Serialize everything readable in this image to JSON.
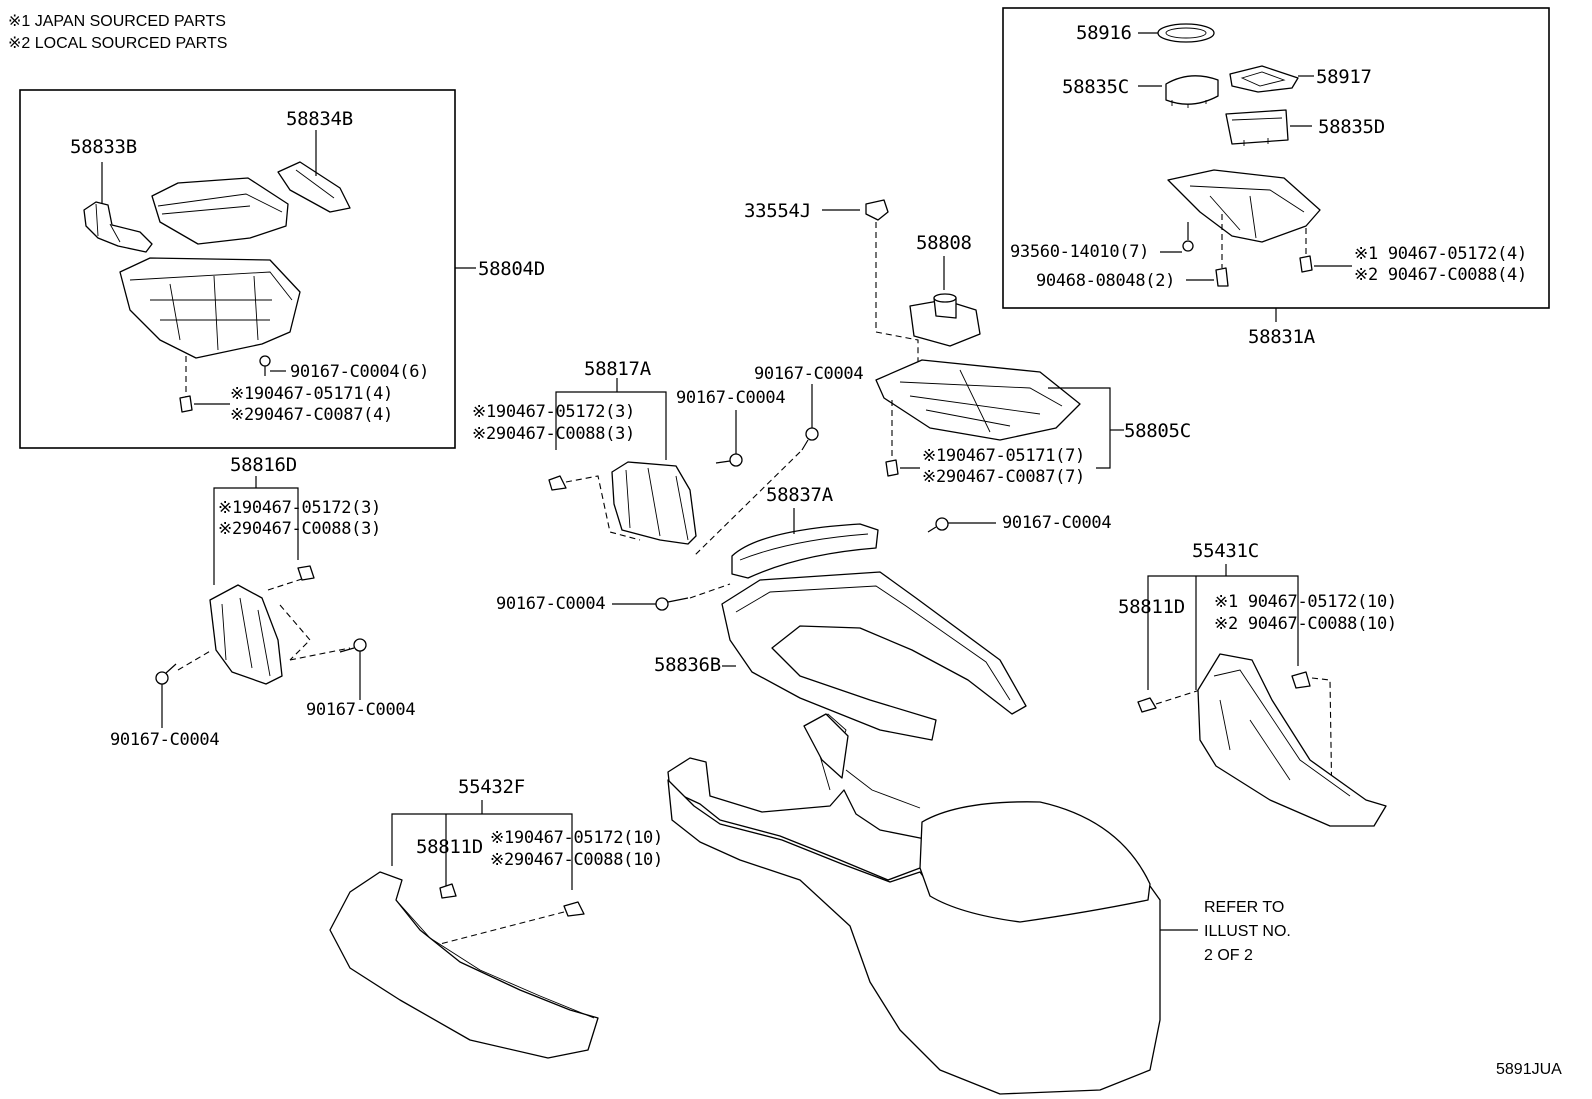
{
  "notes": {
    "note1": "※1 JAPAN SOURCED PARTS",
    "note2": "※2 LOCAL SOURCED PARTS"
  },
  "diagram_id": "5891JUA",
  "reference": {
    "line1": "REFER TO",
    "line2": "ILLUST NO.",
    "line3": "2 OF 2"
  },
  "parts": {
    "p58833B": "58833B",
    "p58834B": "58834B",
    "p58804D": "58804D",
    "p58804D_screw": "90167-C0004(6)",
    "p58804D_clip1": "※190467-05171(4)",
    "p58804D_clip2": "※290467-C0087(4)",
    "p58816D": "58816D",
    "p58816D_clip1": "※190467-05172(3)",
    "p58816D_clip2": "※290467-C0088(3)",
    "p58816D_screw_a": "90167-C0004",
    "p58816D_screw_b": "90167-C0004",
    "p58817A": "58817A",
    "p58817A_clip1": "※190467-05172(3)",
    "p58817A_clip2": "※290467-C0088(3)",
    "p58817A_screw": "90167-C0004",
    "screw_top_center": "90167-C0004",
    "p33554J": "33554J",
    "p58808": "58808",
    "p58805C": "58805C",
    "p58805C_clip1": "※190467-05171(7)",
    "p58805C_clip2": "※290467-C0087(7)",
    "p58837A": "58837A",
    "screw_right": "90167-C0004",
    "screw_left": "90167-C0004",
    "p58836B": "58836B",
    "p58916": "58916",
    "p58917": "58917",
    "p58835C": "58835C",
    "p58835D": "58835D",
    "p58831A_screw": "93560-14010(7)",
    "p58831A_nut": "90468-08048(2)",
    "p58831A_clip1": "※1 90467-05172(4)",
    "p58831A_clip2": "※2 90467-C0088(4)",
    "p58831A": "58831A",
    "p55431C": "55431C",
    "p58811D_right": "58811D",
    "p55431C_clip1": "※1 90467-05172(10)",
    "p55431C_clip2": "※2 90467-C0088(10)",
    "p55432F": "55432F",
    "p58811D_left": "58811D",
    "p55432F_clip1": "※190467-05172(10)",
    "p55432F_clip2": "※290467-C0088(10)"
  }
}
